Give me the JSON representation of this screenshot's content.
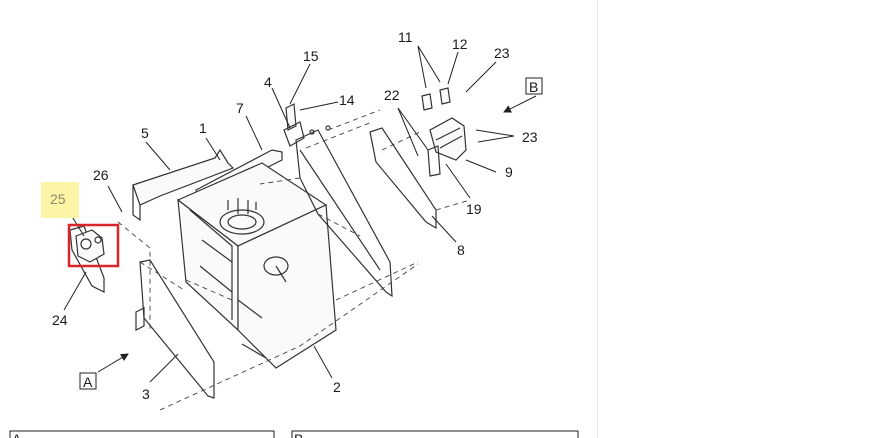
{
  "diagram": {
    "callouts": {
      "c1": "1",
      "c2": "2",
      "c3": "3",
      "c4": "4",
      "c5": "5",
      "c7": "7",
      "c8": "8",
      "c9": "9",
      "c11": "11",
      "c12": "12",
      "c14": "14",
      "c15": "15",
      "c19": "19",
      "c22": "22",
      "c23a": "23",
      "c23b": "23",
      "c24": "24",
      "c25": "25",
      "c26": "26"
    },
    "view_labels": {
      "a": "A",
      "b": "B"
    },
    "highlight": {
      "label_bg": "#fdf5a6",
      "box_color": "#d9252a",
      "item": "25"
    },
    "detail_panels": {
      "a": "A",
      "b": "B"
    }
  }
}
